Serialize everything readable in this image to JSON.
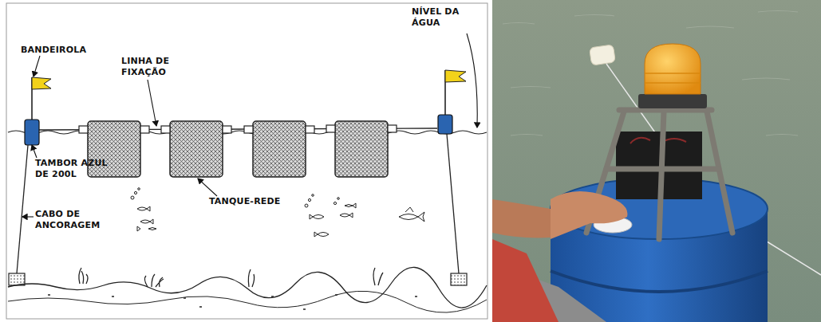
{
  "diagram": {
    "labels": [
      "BANDEIROLA",
      "LINHA DE FIXAÇÃO",
      "NÍVEL DA ÁGUA",
      "TAMBOR AZUL DE 200L",
      "TANQUE-REDE",
      "CABO DE ANCORAGEM"
    ]
  }
}
